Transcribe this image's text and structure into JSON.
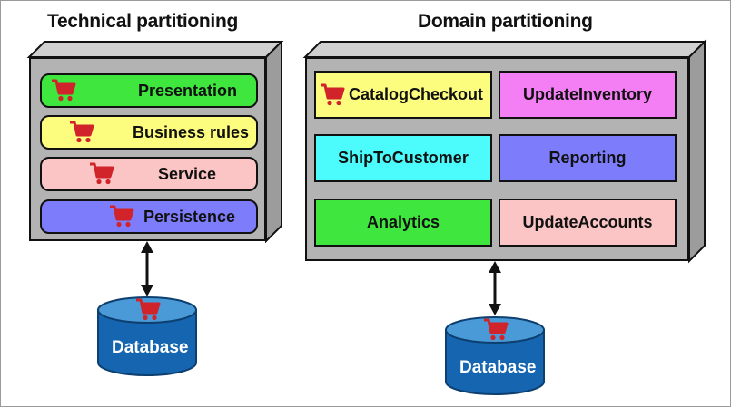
{
  "technical": {
    "title": "Technical partitioning",
    "layers": [
      {
        "label": "Presentation",
        "color": "#3ee63e"
      },
      {
        "label": "Business rules",
        "color": "#fcfc7e"
      },
      {
        "label": "Service",
        "color": "#fcc5c5"
      },
      {
        "label": "Persistence",
        "color": "#7d7dfc"
      }
    ],
    "database": {
      "label": "Database",
      "icon": "shopping-cart-icon"
    }
  },
  "domain": {
    "title": "Domain partitioning",
    "cells": [
      {
        "label": "CatalogCheckout",
        "color": "#fcfc7e"
      },
      {
        "label": "UpdateInventory",
        "color": "#f47ef4"
      },
      {
        "label": "ShipToCustomer",
        "color": "#4cfcfc"
      },
      {
        "label": "Reporting",
        "color": "#7d7dfc"
      },
      {
        "label": "Analytics",
        "color": "#3ee63e"
      },
      {
        "label": "UpdateAccounts",
        "color": "#fcc5c5"
      }
    ],
    "database": {
      "label": "Database",
      "icon": "shopping-cart-icon"
    }
  },
  "colors": {
    "cart": "#d1232a",
    "database": "#1565b0",
    "database_top": "#4a9ad8",
    "container": "#b3b3b3"
  }
}
